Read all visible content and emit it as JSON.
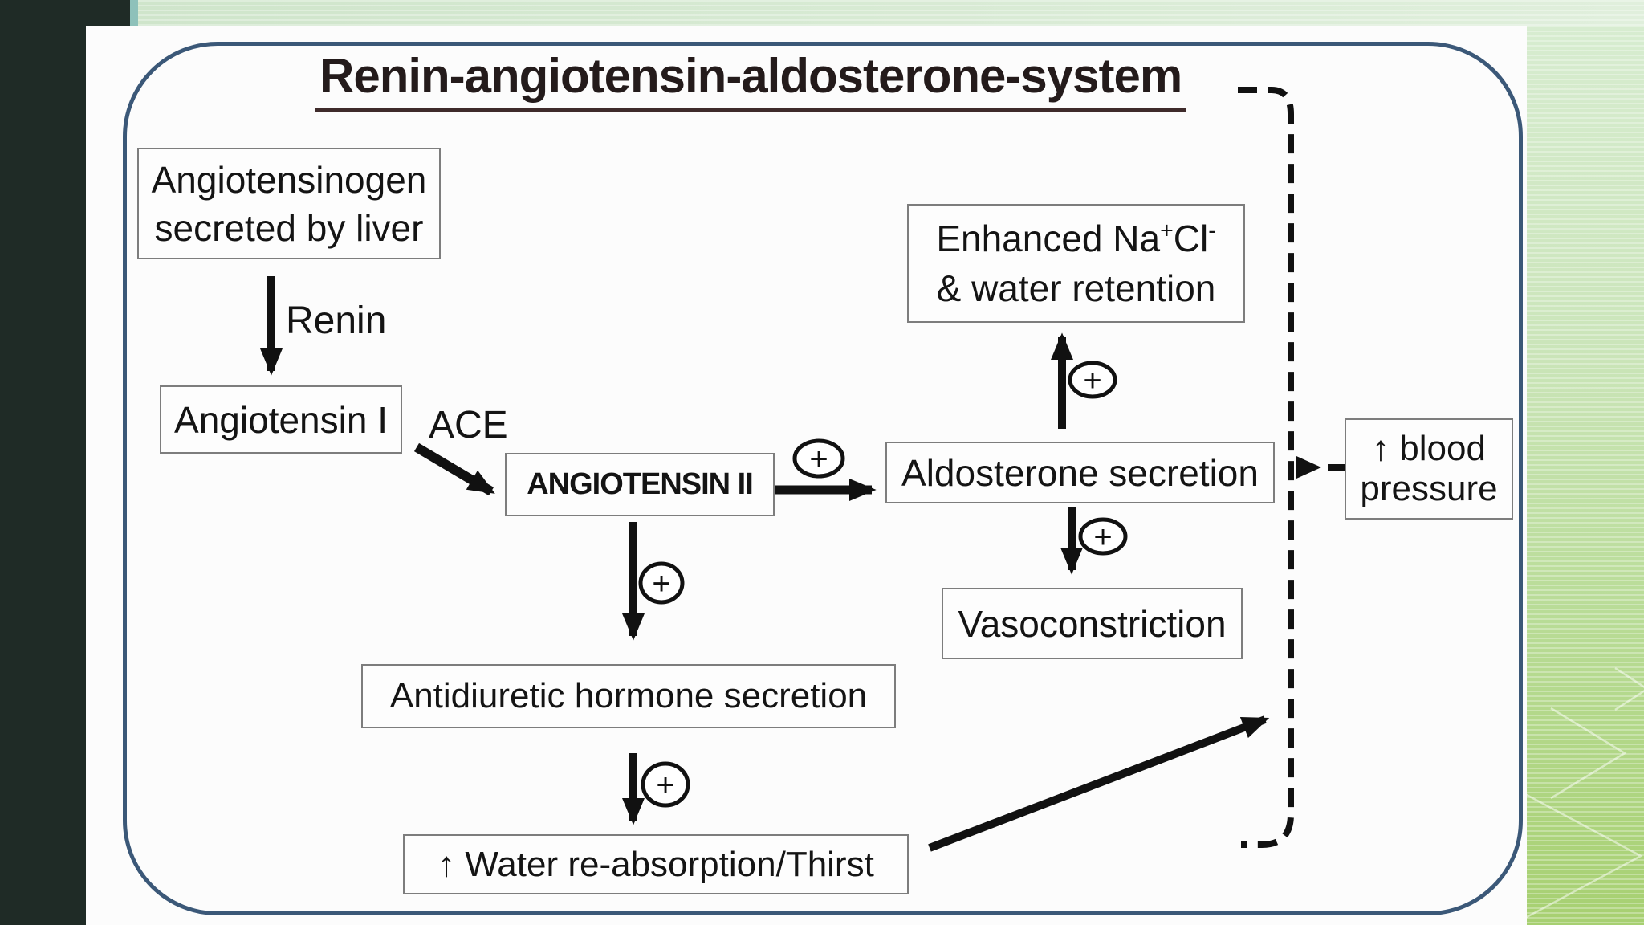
{
  "title": "Renin-angiotensin-aldosterone-system",
  "nodes": {
    "angiotensinogen_l1": "Angiotensinogen",
    "angiotensinogen_l2": "secreted by liver",
    "angiotensin_i": "Angiotensin I",
    "angiotensin_ii": "ANGIOTENSIN II",
    "aldosterone": "Aldosterone secretion",
    "enhanced_l1a": "Enhanced Na",
    "enhanced_sup_plus": "+",
    "enhanced_l1b": "Cl",
    "enhanced_sup_minus": "-",
    "enhanced_l2": "& water retention",
    "vasoconstriction": "Vasoconstriction",
    "antidiuretic": "Antidiuretic hormone secretion",
    "water": "↑ Water re-absorption/Thirst",
    "blood_l1": "↑ blood",
    "blood_l2": "pressure"
  },
  "labels": {
    "renin": "Renin",
    "ace": "ACE",
    "plus": "+"
  },
  "colors": {
    "slide_bg": "#fcfcfc",
    "slide_border": "#3b5878",
    "sidebar_dark": "#1f2b26",
    "teal_strip": "#8ec1ba",
    "green_band_light": "#d9ecd4",
    "green_panel_top": "#d2e9c8",
    "green_panel_bottom": "#a7d071",
    "box_border": "#7d7d7d",
    "ink": "#141414",
    "title_ink": "#241b1b",
    "title_underline": "#3f2b2b"
  }
}
